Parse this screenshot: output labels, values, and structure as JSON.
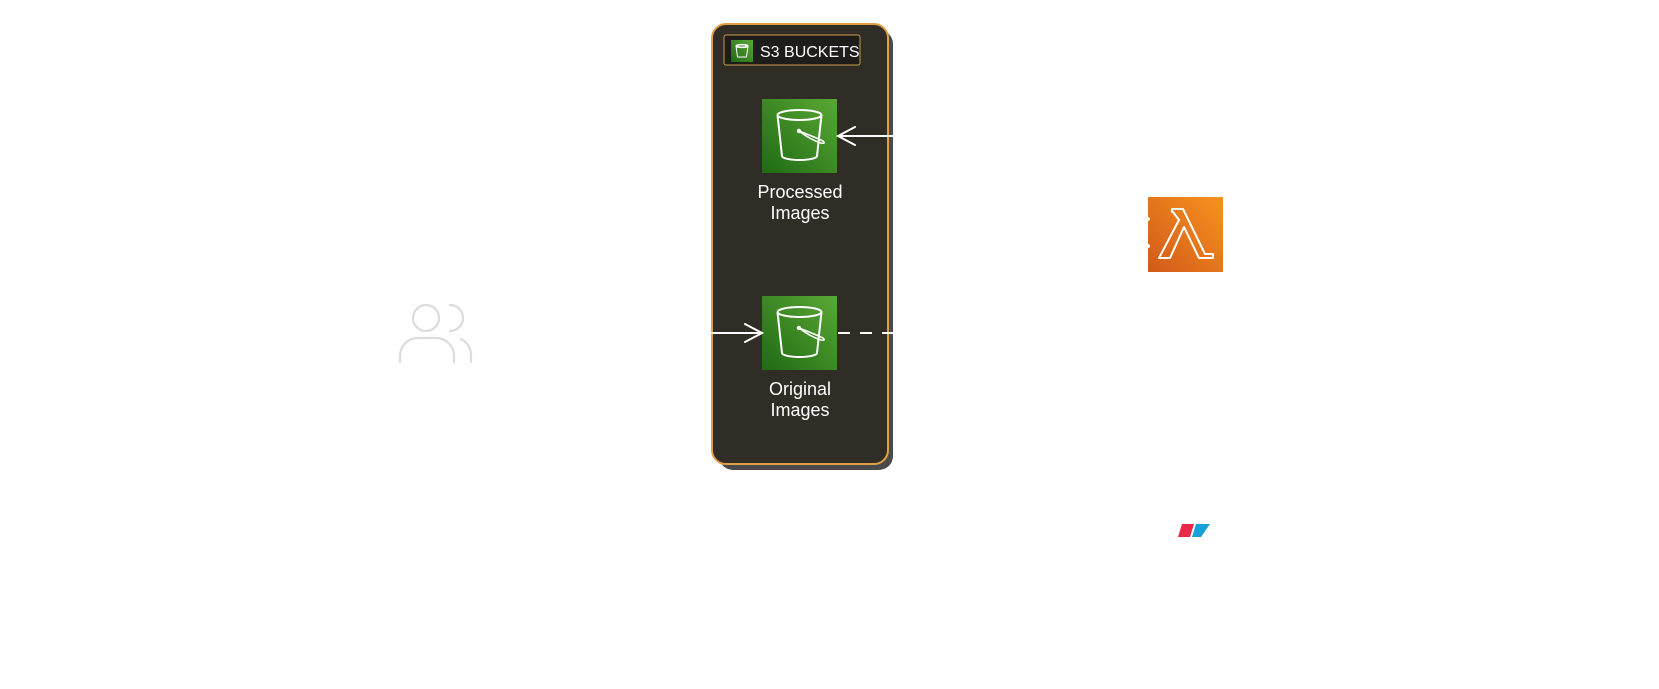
{
  "group": {
    "title": "S3 BUCKETS"
  },
  "nodes": {
    "processed": {
      "line1": "Processed",
      "line2": "Images"
    },
    "original": {
      "line1": "Original",
      "line2": "Images"
    }
  },
  "icons": {
    "users": "users-icon",
    "bucket": "s3-bucket-icon",
    "lambda": "lambda-icon",
    "group": "s3-group-icon",
    "logo": "brand-logo-icon"
  },
  "colors": {
    "group_bg": "#302d27",
    "group_shadow": "#4a4a4a",
    "group_border": "#e0a04a",
    "s3_green_light": "#5aa835",
    "s3_green_dark": "#1f6a14",
    "lambda_orange_light": "#f7931e",
    "lambda_orange_dark": "#d2591a",
    "users_gray": "#dcdcdc",
    "arrow": "#ffffff",
    "logo_red": "#e8294a",
    "logo_blue": "#1aa0d8"
  }
}
